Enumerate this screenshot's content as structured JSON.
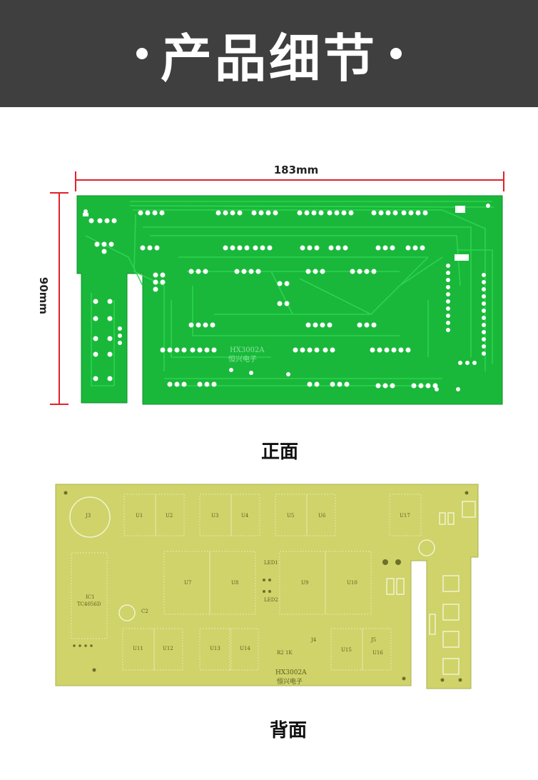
{
  "header": {
    "title": "产品细节"
  },
  "front": {
    "width_label": "183mm",
    "height_label": "90mm",
    "caption": "正面",
    "silk_model": "HX3002A",
    "silk_brand": "恒兴电子"
  },
  "back": {
    "caption": "背面",
    "silk_model": "HX3002A",
    "silk_brand": "恒兴电子",
    "chips": [
      "U1",
      "U2",
      "U3",
      "U4",
      "U5",
      "U6",
      "U17",
      "U7",
      "U8",
      "U9",
      "U10",
      "U11",
      "U12",
      "U13",
      "U14",
      "U15",
      "U16"
    ],
    "labels": {
      "j3": "J3",
      "ic1": "IC1",
      "ic1_part": "TC4056D",
      "c2": "C2",
      "led1": "LED1",
      "led2": "LED2",
      "rx": "R2 1K",
      "j4": "J4",
      "j5": "J5"
    }
  },
  "colors": {
    "banner": "#3f3f3f",
    "pcb_front": "#19b83a",
    "pcb_back": "#cfd36a",
    "dimension": "#e0222a"
  }
}
